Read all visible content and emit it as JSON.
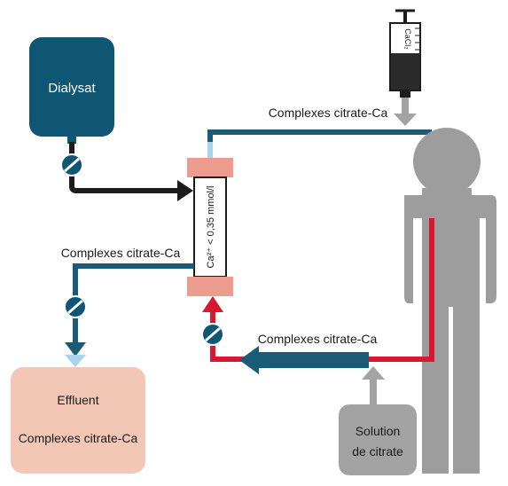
{
  "labels": {
    "dialysat": "Dialysat",
    "complexes_top": "Complexes citrate-Ca",
    "complexes_left": "Complexes citrate-Ca",
    "complexes_bottom": "Complexes citrate-Ca",
    "filter_text": "Ca²⁺ < 0,35 mmol/l",
    "syringe_text": "CaCl₂",
    "effluent_title": "Effluent",
    "effluent_sub": "Complexes citrate-Ca",
    "citrate_line1": "Solution",
    "citrate_line2": "de citrate"
  },
  "colors": {
    "dialysat_box": "#0f5574",
    "teal_line": "#1a5b78",
    "light_blue": "#a9d3ea",
    "black_line": "#1c1c1c",
    "red_line": "#d9172e",
    "filter_cap": "#ec9c8c",
    "effluent_box": "#f3c7b6",
    "person": "#9d9d9d",
    "citrate_box": "#a3a3a3",
    "gray_arrow": "#a3a3a3",
    "pump": "#0f5574"
  }
}
